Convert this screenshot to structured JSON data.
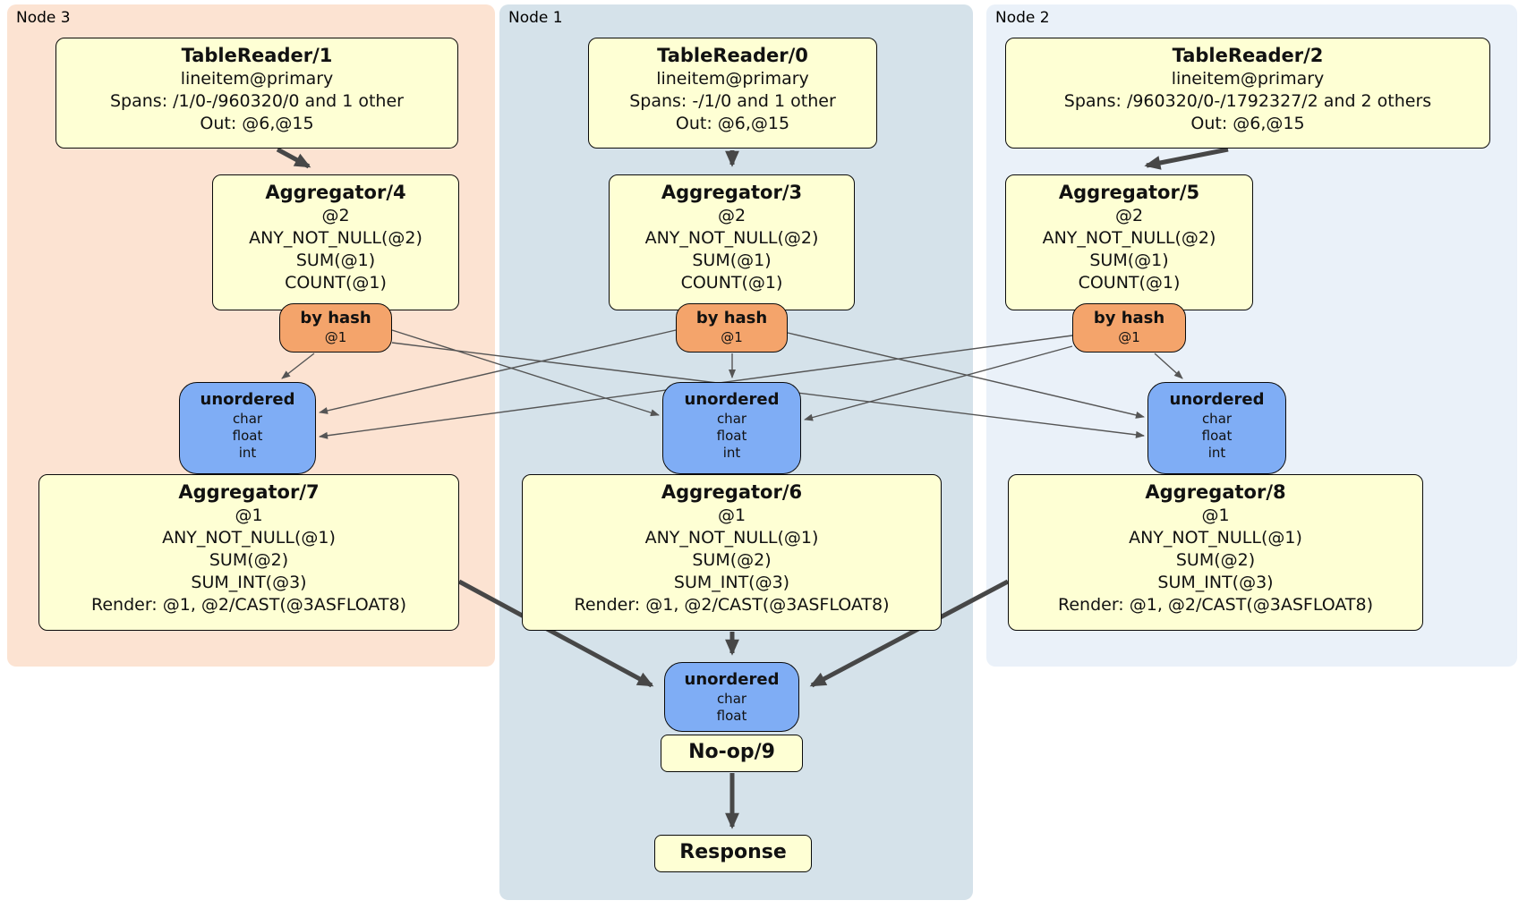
{
  "title": "DistSQL query plan diagram",
  "colors": {
    "page_background": "#ffffff",
    "node3_region": "#fce3d2",
    "node1_region": "#d5e2ea",
    "node2_region": "#eaf1f9",
    "processor_box": "#feffd4",
    "hash_router_box": "#f4a46b",
    "sync_box": "#7fadf5",
    "box_border": "#0a0a0a",
    "edge": "#474747"
  },
  "regions": {
    "node3": {
      "label": "Node 3"
    },
    "node1": {
      "label": "Node 1"
    },
    "node2": {
      "label": "Node 2"
    }
  },
  "processors": {
    "tr1": {
      "title": "TableReader/1",
      "lines": [
        "lineitem@primary",
        "Spans: /1/0-/960320/0 and 1 other",
        "Out: @6,@15"
      ]
    },
    "tr0": {
      "title": "TableReader/0",
      "lines": [
        "lineitem@primary",
        "Spans: -/1/0 and 1 other",
        "Out: @6,@15"
      ]
    },
    "tr2": {
      "title": "TableReader/2",
      "lines": [
        "lineitem@primary",
        "Spans: /960320/0-/1792327/2 and 2 others",
        "Out: @6,@15"
      ]
    },
    "agg4": {
      "title": "Aggregator/4",
      "lines": [
        "@2",
        "ANY_NOT_NULL(@2)",
        "SUM(@1)",
        "COUNT(@1)"
      ]
    },
    "agg3": {
      "title": "Aggregator/3",
      "lines": [
        "@2",
        "ANY_NOT_NULL(@2)",
        "SUM(@1)",
        "COUNT(@1)"
      ]
    },
    "agg5": {
      "title": "Aggregator/5",
      "lines": [
        "@2",
        "ANY_NOT_NULL(@2)",
        "SUM(@1)",
        "COUNT(@1)"
      ]
    },
    "agg7": {
      "title": "Aggregator/7",
      "lines": [
        "@1",
        "ANY_NOT_NULL(@1)",
        "SUM(@2)",
        "SUM_INT(@3)",
        "Render: @1, @2/CAST(@3ASFLOAT8)"
      ]
    },
    "agg6": {
      "title": "Aggregator/6",
      "lines": [
        "@1",
        "ANY_NOT_NULL(@1)",
        "SUM(@2)",
        "SUM_INT(@3)",
        "Render: @1, @2/CAST(@3ASFLOAT8)"
      ]
    },
    "agg8": {
      "title": "Aggregator/8",
      "lines": [
        "@1",
        "ANY_NOT_NULL(@1)",
        "SUM(@2)",
        "SUM_INT(@3)",
        "Render: @1, @2/CAST(@3ASFLOAT8)"
      ]
    },
    "noop": {
      "title": "No-op/9"
    },
    "response": {
      "title": "Response"
    }
  },
  "routers": {
    "hash3": {
      "title": "by hash",
      "lines": [
        "@1"
      ]
    },
    "hash1": {
      "title": "by hash",
      "lines": [
        "@1"
      ]
    },
    "hash2": {
      "title": "by hash",
      "lines": [
        "@1"
      ]
    }
  },
  "syncs": {
    "un3": {
      "title": "unordered",
      "lines": [
        "char",
        "float",
        "int"
      ]
    },
    "un1": {
      "title": "unordered",
      "lines": [
        "char",
        "float",
        "int"
      ]
    },
    "un2": {
      "title": "unordered",
      "lines": [
        "char",
        "float",
        "int"
      ]
    },
    "unfinal": {
      "title": "unordered",
      "lines": [
        "char",
        "float"
      ]
    }
  }
}
